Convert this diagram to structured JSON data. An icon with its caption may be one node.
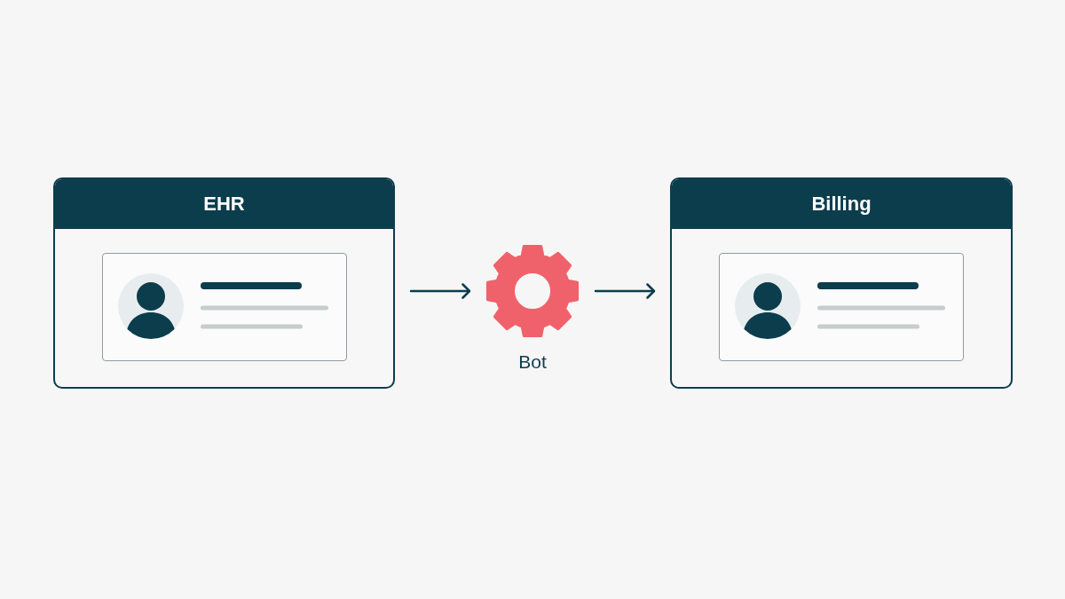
{
  "diagram": {
    "nodes": [
      {
        "text": [
          "EHR"
        ]
      },
      {
        "text": [],
        "shape": "box",
        "in": 0
      },
      {
        "text": [],
        "shape": "gear",
        "beside": [
          "Bot"
        ]
      },
      {
        "text": [
          "Billing"
        ]
      },
      {
        "text": [],
        "shape": "box",
        "in": 3
      }
    ],
    "edges": [
      {
        "from": 0,
        "to": 2,
        "arrow": "to"
      },
      {
        "from": 2,
        "to": 3,
        "arrow": "to"
      }
    ]
  }
}
